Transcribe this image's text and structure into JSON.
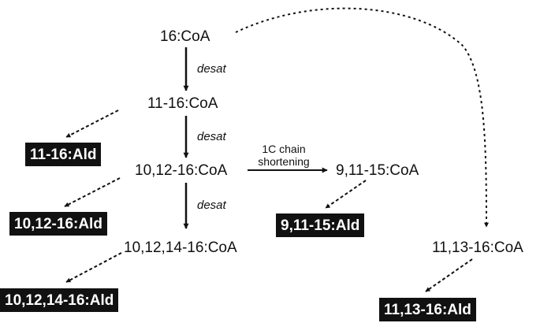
{
  "nodes": {
    "c16": "16:CoA",
    "c11_16": "11-16:CoA",
    "c10_12_16": "10,12-16:CoA",
    "c10_12_14_16": "10,12,14-16:CoA",
    "c9_11_15": "9,11-15:CoA",
    "c11_13_16": "11,13-16:CoA"
  },
  "aldehydes": {
    "a11_16": "11-16:Ald",
    "a10_12_16": "10,12-16:Ald",
    "a10_12_14_16": "10,12,14-16:Ald",
    "a9_11_15": "9,11-15:Ald",
    "a11_13_16": "11,13-16:Ald"
  },
  "enzymes": {
    "desat_1": "desat",
    "desat_2": "desat",
    "desat_3": "desat"
  },
  "shortening": {
    "line1": "1C chain",
    "line2": "shortening"
  },
  "colors": {
    "ink": "#111111",
    "box_bg": "#111111",
    "box_text": "#ffffff"
  }
}
